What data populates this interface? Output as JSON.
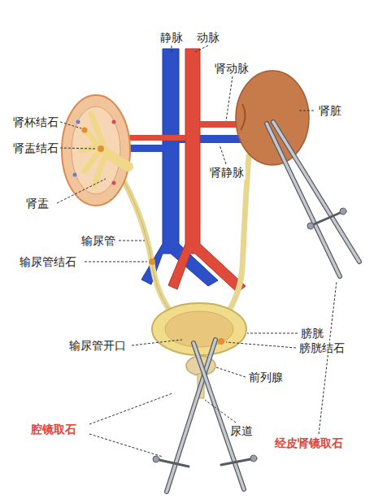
{
  "diagram": {
    "labels": [
      "静脉",
      "动脉",
      "肾动脉",
      "肾脏",
      "肾杯结石",
      "肾盂结石",
      "肾静脉",
      "肾盂",
      "输尿管",
      "输尿管结石",
      "膀胱",
      "输尿管开口",
      "膀胱结石",
      "前列腺",
      "腔镜取石",
      "尿道",
      "经皮肾镜取石"
    ]
  }
}
